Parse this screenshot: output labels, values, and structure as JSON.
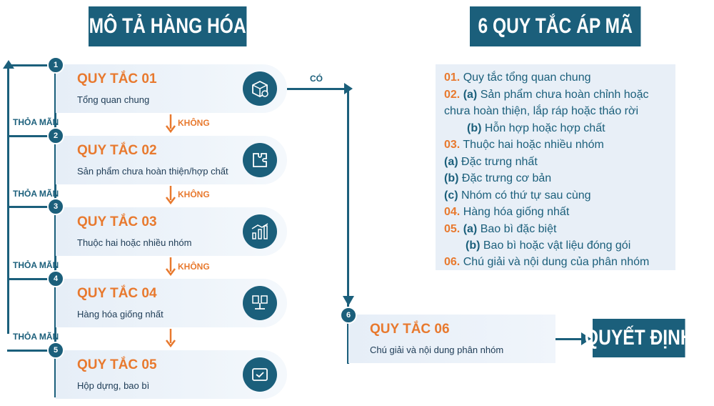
{
  "left_title": "MÔ TẢ HÀNG HÓA",
  "right_title": "6 QUY TẮC ÁP MÃ",
  "decision": "QUYẾT ĐỊNH",
  "yes_label": "CÓ",
  "no_label": "KHÔNG",
  "satisfied_label": "THỎA MÃN",
  "rules": [
    {
      "num": "1",
      "title": "QUY TẮC 01",
      "sub": "Tổng quan chung",
      "icon": "box-check-icon"
    },
    {
      "num": "2",
      "title": "QUY TẮC 02",
      "sub": "Sản phẩm chưa hoàn thiện/hợp chất",
      "icon": "puzzle-icon"
    },
    {
      "num": "3",
      "title": "QUY TẮC 03",
      "sub": "Thuộc hai hoặc nhiều nhóm",
      "icon": "group-chart-icon"
    },
    {
      "num": "4",
      "title": "QUY TẮC 04",
      "sub": "Hàng hóa giống nhất",
      "icon": "compare-icon"
    },
    {
      "num": "5",
      "title": "QUY TẮC 05",
      "sub": "Hộp dựng, bao bì",
      "icon": "package-icon"
    }
  ],
  "rule6": {
    "num": "6",
    "title": "QUY TẮC 06",
    "sub": "Chú giải và nội dung phân nhóm"
  },
  "list": [
    {
      "n": "01.",
      "t": " Quy tắc tổng quan chung"
    },
    {
      "n": "02.",
      "b": "  (a)",
      "t": " Sản phẩm chưa hoàn chỉnh hoặc"
    },
    {
      "n": "",
      "t": "chưa hoàn thiện, lắp ráp hoặc tháo rời"
    },
    {
      "n": "",
      "b": "(b)",
      "t": " Hỗn hợp hoặc hợp chất"
    },
    {
      "n": "03.",
      "t": "  Thuộc hai hoặc nhiều nhóm"
    },
    {
      "n": "",
      "b": "(a)",
      "t": " Đặc trưng nhất"
    },
    {
      "n": "",
      "b": "(b)",
      "t": " Đặc trưng cơ bản"
    },
    {
      "n": "",
      "b": "(c)",
      "t": " Nhóm có thứ tự sau cùng"
    },
    {
      "n": "04.",
      "t": "  Hàng hóa giống nhất"
    },
    {
      "n": "05.",
      "b": " (a)",
      "t": " Bao bì đặc biệt"
    },
    {
      "n": "",
      "b": "(b)",
      "t": " Bao bì hoặc vật liệu đóng gói"
    },
    {
      "n": "06.",
      "t": " Chú giải và nội dung của phân nhóm"
    }
  ]
}
